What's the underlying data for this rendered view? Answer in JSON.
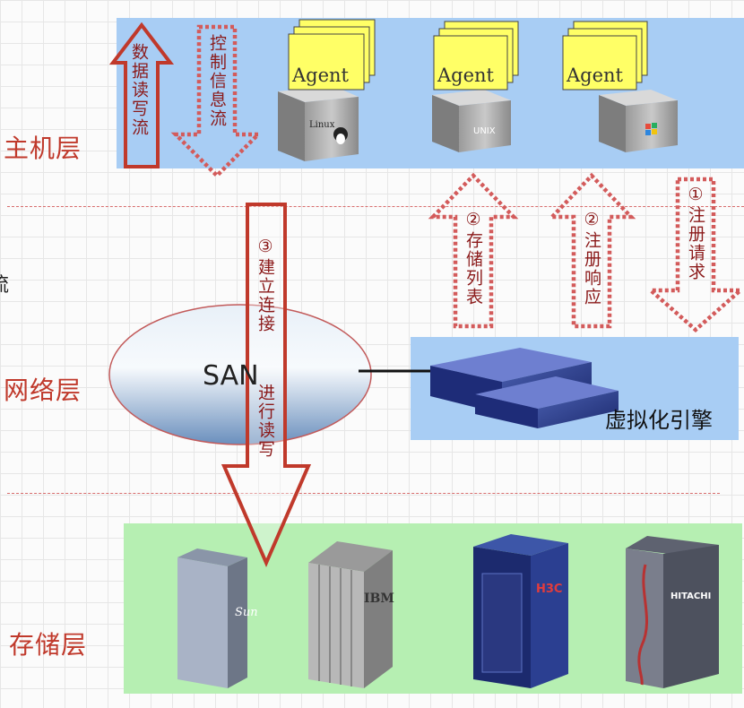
{
  "layers": {
    "host": "主机层",
    "network": "网络层",
    "storage": "存储层"
  },
  "arrows": {
    "data_flow": "数据读写流",
    "control_flow": "控制信息流",
    "establish": "③建立连接",
    "rw": "进行读写",
    "store_list": "②存储列表",
    "reg_response": "②注册响应",
    "reg_request": "①注册请求"
  },
  "agents": [
    "Agent",
    "Agent",
    "Agent"
  ],
  "host_os": [
    "Linux",
    "UNIX",
    "Windows"
  ],
  "network": {
    "san": "SAN",
    "engine": "虚拟化引擎"
  },
  "storage_vendors": [
    "Sun",
    "IBM",
    "H3C",
    "HITACHI"
  ],
  "clipped_left_char": "流",
  "colors": {
    "host_panel": "#a8cdf4",
    "storage_panel": "#b6efb2",
    "arrow_red": "#c0392b",
    "label_red": "#c0392b",
    "agent_yellow": "#ffff66"
  }
}
